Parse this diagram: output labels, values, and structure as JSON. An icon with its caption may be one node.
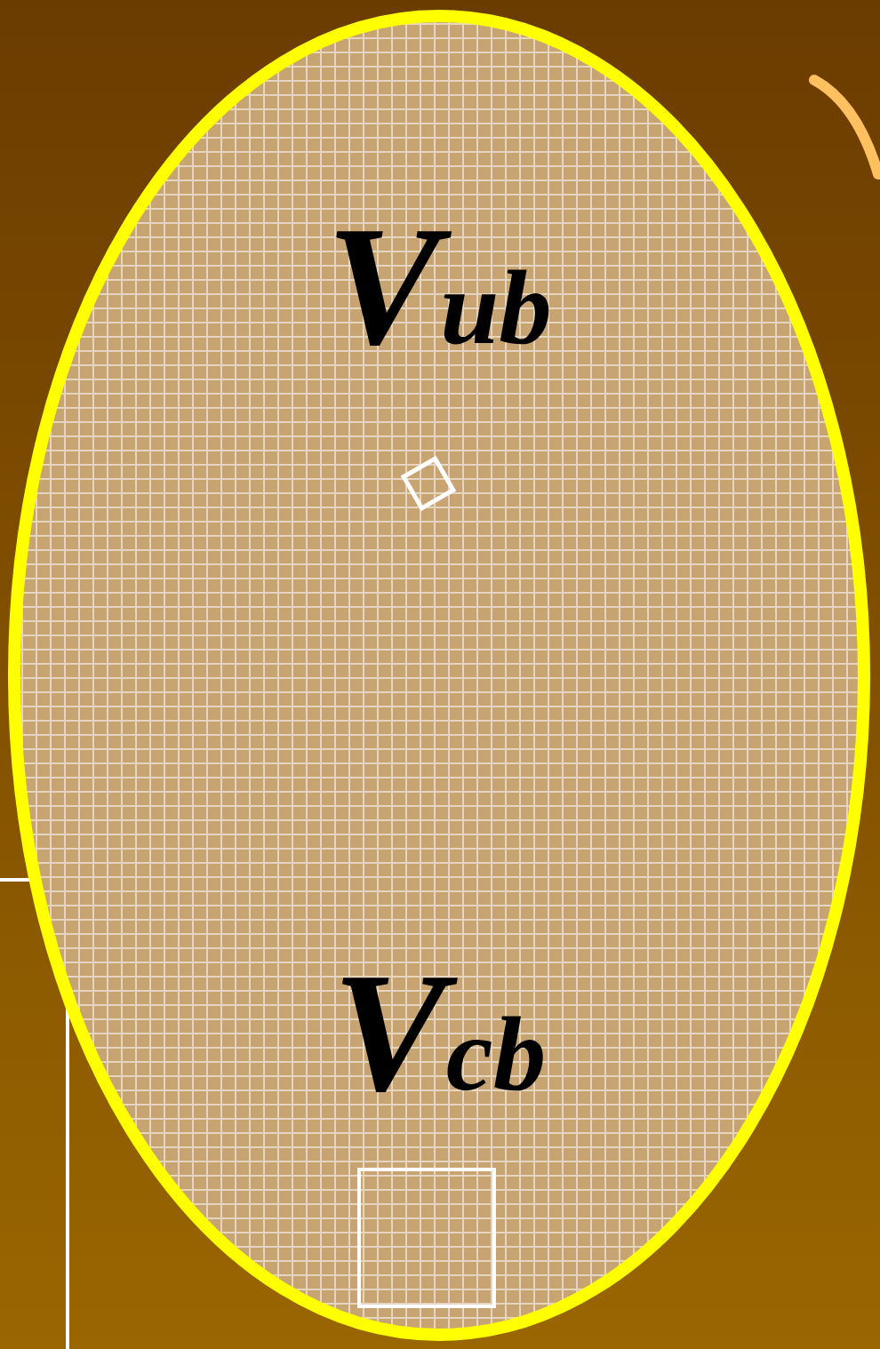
{
  "diagram": {
    "nodes": [
      {
        "text": [
          "V$_{ub}$",
          "V$_{cb}$"
        ]
      },
      {
        "text": [],
        "shape": "box",
        "in": 0
      },
      {
        "text": [],
        "shape": "box",
        "in": 0
      }
    ]
  }
}
